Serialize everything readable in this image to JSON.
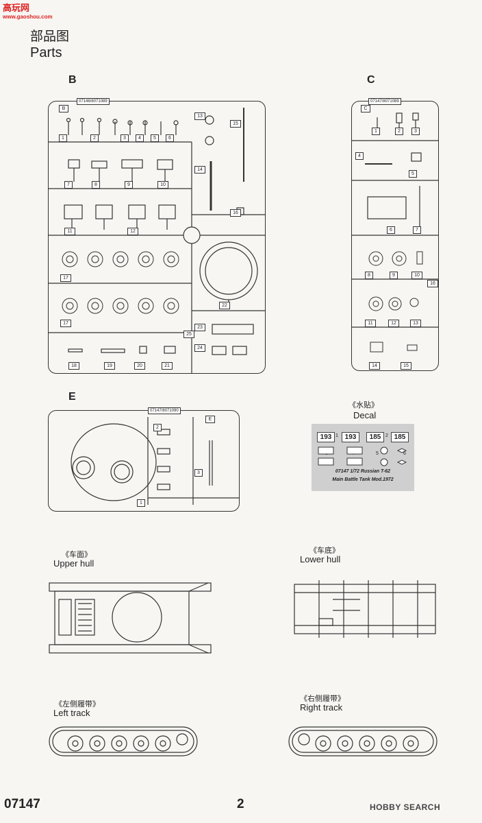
{
  "watermark": {
    "name": "高玩网",
    "url": "www.gaoshou.com"
  },
  "header": {
    "title_cn": "部品图",
    "title_en": "Parts"
  },
  "sprues": {
    "B": {
      "label": "B",
      "code": "07146/8071089",
      "tag": "B",
      "parts": [
        "1",
        "2",
        "3",
        "4",
        "5",
        "6",
        "7",
        "8",
        "9",
        "10",
        "11",
        "12",
        "13",
        "14",
        "15",
        "16",
        "17",
        "17",
        "18",
        "19",
        "20",
        "21",
        "22",
        "23",
        "24",
        "25"
      ]
    },
    "C": {
      "label": "C",
      "code": "07147/8071089",
      "tag": "C",
      "parts": [
        "1",
        "2",
        "3",
        "4",
        "5",
        "6",
        "7",
        "8",
        "9",
        "10",
        "11",
        "12",
        "13",
        "14",
        "15",
        "16"
      ]
    },
    "E": {
      "label": "E",
      "code": "07147/8071090",
      "tag": "E",
      "parts": [
        "1",
        "2",
        "3"
      ]
    }
  },
  "decal": {
    "caption_cn": "《水贴》",
    "caption_en": "Decal",
    "numbers": [
      "193",
      "193",
      "185",
      "185"
    ],
    "index": [
      "1",
      "2",
      "3",
      "4",
      "5",
      "6"
    ],
    "line1": "07147  1/72  Russian T-62",
    "line2": "Main Battle Tank Mod.1972"
  },
  "upper_hull": {
    "caption_cn": "《车面》",
    "caption_en": "Upper hull"
  },
  "lower_hull": {
    "caption_cn": "《车底》",
    "caption_en": "Lower hull"
  },
  "left_track": {
    "caption_cn": "《左侧履带》",
    "caption_en": "Left track"
  },
  "right_track": {
    "caption_cn": "《右侧履带》",
    "caption_en": "Right track"
  },
  "footer": {
    "code": "07147",
    "page": "2",
    "brand": "HOBBY SEARCH"
  }
}
